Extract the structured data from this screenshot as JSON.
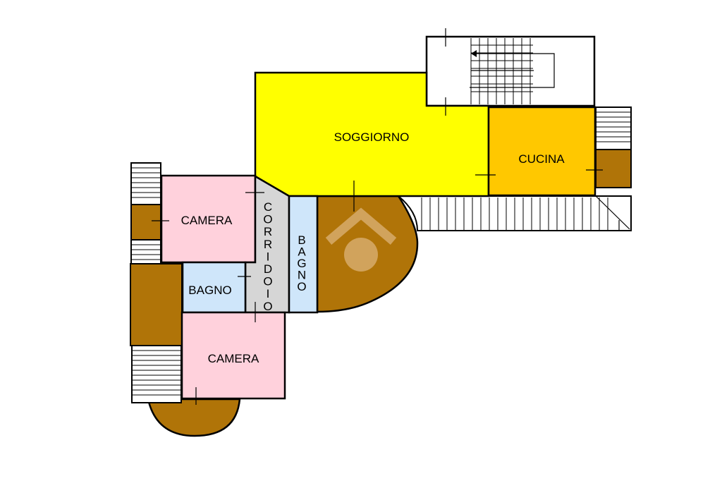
{
  "plan": {
    "rooms": {
      "soggiorno": {
        "label": "SOGGIORNO"
      },
      "cucina": {
        "label": "CUCINA"
      },
      "camera_upper": {
        "label": "CAMERA"
      },
      "camera_lower": {
        "label": "CAMERA"
      },
      "bagno_left": {
        "label": "BAGNO"
      },
      "bagno_vertical": {
        "label": "BAGNO",
        "letters": [
          "B",
          "A",
          "G",
          "N",
          "O"
        ]
      },
      "corridoio": {
        "label": "CORRIDOIO",
        "letters": [
          "C",
          "O",
          "R",
          "R",
          "I",
          "D",
          "O",
          "I",
          "O"
        ]
      }
    },
    "colors": {
      "soggiorno": "#ffff00",
      "cucina": "#ffc800",
      "camera": "#ffd1dc",
      "bagno": "#cfe6fa",
      "corridoio": "#d6d6d6",
      "terrace": "#b07408",
      "wall": "#000000",
      "watermark": "#dcb378"
    },
    "icons": {
      "watermark": "house-logo-watermark"
    }
  }
}
